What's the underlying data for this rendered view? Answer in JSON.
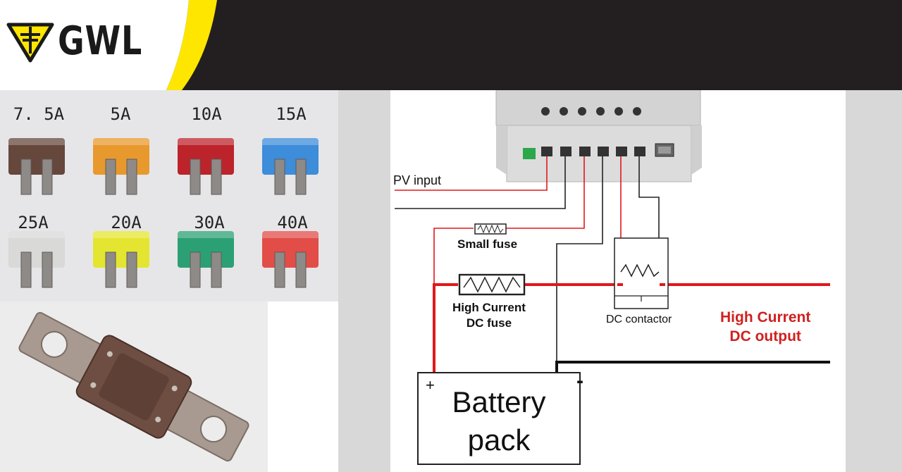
{
  "brand": {
    "name": "GWL"
  },
  "fuse_chart": {
    "ratings_row1": [
      "7. 5A",
      "5A",
      "10A",
      "15A"
    ],
    "ratings_row2": [
      "25A",
      "20A",
      "30A",
      "40A"
    ],
    "colors_row1": [
      "#5b3a2c",
      "#e8931c",
      "#b8121a",
      "#2f86d8"
    ],
    "colors_row2": [
      "#d8d8d6",
      "#e4e51f",
      "#1c9a6a",
      "#e2403a"
    ]
  },
  "diagram": {
    "pv_input": "PV input",
    "small_fuse": "Small fuse",
    "hc_fuse_line1": "High Current",
    "hc_fuse_line2": "DC fuse",
    "dc_contactor": "DC contactor",
    "hc_output_line1": "High Current",
    "hc_output_line2": "DC output",
    "battery_line1": "Battery",
    "battery_line2": "pack",
    "plus_sign": "+",
    "minus_sign": "-"
  },
  "colors": {
    "header_bg": "#231f20",
    "accent_yellow": "#ffe600",
    "wire_red": "#e0181b",
    "wire_black": "#111111",
    "output_text": "#d0201e"
  },
  "icons": [
    "ground-triangle-icon",
    "blade-fuse-icon",
    "mega-fuse-icon",
    "charge-controller-icon",
    "resistor-fuse-icon",
    "contactor-coil-icon"
  ]
}
